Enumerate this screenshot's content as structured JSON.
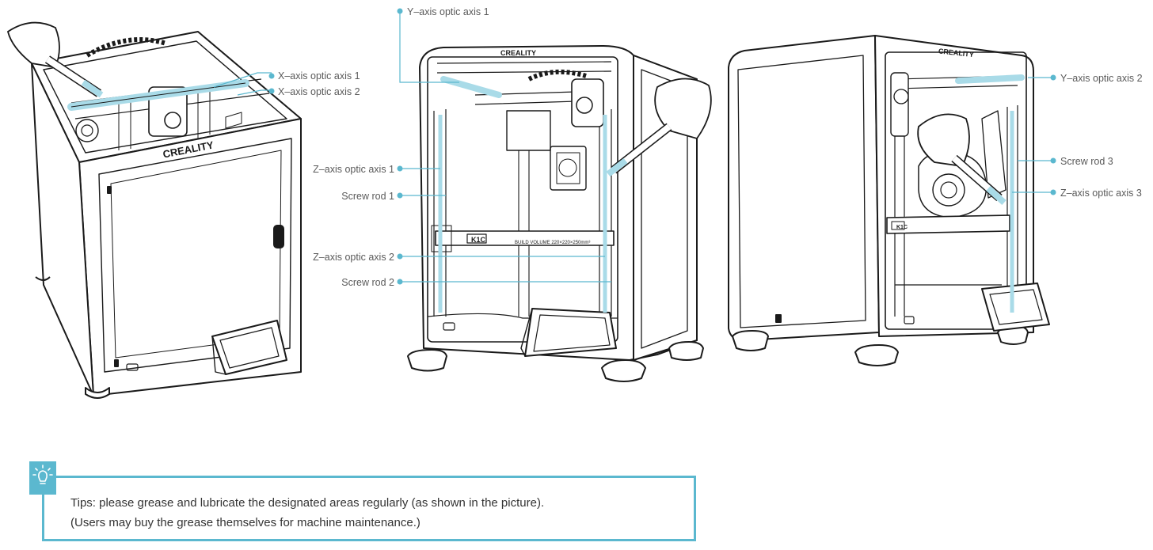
{
  "labels": {
    "x_optic_1": "X–axis optic axis 1",
    "x_optic_2": "X–axis optic axis 2",
    "y_optic_1": "Y–axis optic axis 1",
    "y_optic_2": "Y–axis optic axis 2",
    "z_optic_1": "Z–axis optic axis 1",
    "z_optic_2": "Z–axis optic axis 2",
    "z_optic_3": "Z–axis optic axis 3",
    "screw_1": "Screw rod 1",
    "screw_2": "Screw rod 2",
    "screw_3": "Screw rod 3"
  },
  "printer": {
    "brand": "CREALITY",
    "model_badge": "K1C",
    "build_volume": "BUILD VOLUME 220×220×250mm³"
  },
  "tips": {
    "line1": "Tips: please grease and lubricate the designated areas regularly (as shown in the picture).",
    "line2": "(Users may buy the grease themselves for machine maintenance.)"
  },
  "colors": {
    "accent": "#5bb8cf",
    "highlight": "#a9dbe8",
    "line_art": "#1a1a1a",
    "label_text": "#5a5a5a",
    "tip_text": "#333333"
  },
  "icons": {
    "tip": "lightbulb-icon",
    "brush": "grease-brush-icon"
  }
}
